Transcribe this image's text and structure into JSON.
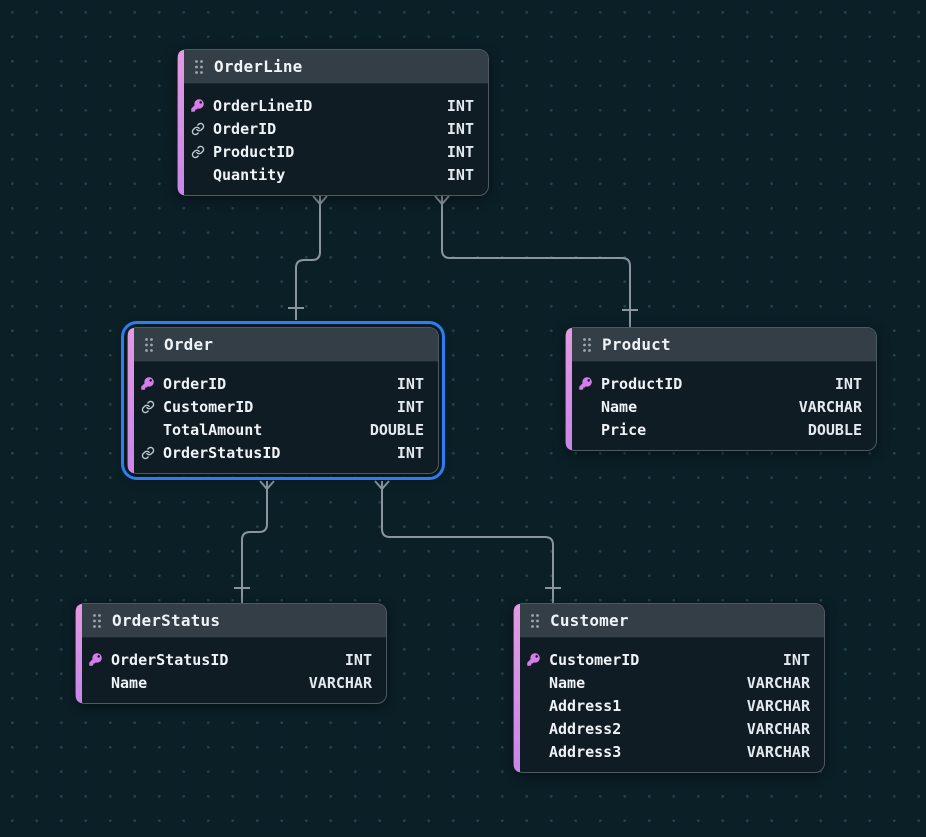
{
  "canvas": {
    "background_color": "#0b1f27",
    "grid_dot_color": "#22414c",
    "connector_color": "#8b95a0",
    "selection_color": "#2d7ef2",
    "accent_bar_color": "#d893e6",
    "key_icon_color": "#d57de8",
    "link_icon_color": "#c0cad2"
  },
  "tables": [
    {
      "name": "OrderLine",
      "selected": false,
      "fields": [
        {
          "icon": "key",
          "name": "OrderLineID",
          "type": "INT"
        },
        {
          "icon": "link",
          "name": "OrderID",
          "type": "INT"
        },
        {
          "icon": "link",
          "name": "ProductID",
          "type": "INT"
        },
        {
          "icon": "none",
          "name": "Quantity",
          "type": "INT"
        }
      ]
    },
    {
      "name": "Order",
      "selected": true,
      "fields": [
        {
          "icon": "key",
          "name": "OrderID",
          "type": "INT"
        },
        {
          "icon": "link",
          "name": "CustomerID",
          "type": "INT"
        },
        {
          "icon": "none",
          "name": "TotalAmount",
          "type": "DOUBLE"
        },
        {
          "icon": "link",
          "name": "OrderStatusID",
          "type": "INT"
        }
      ]
    },
    {
      "name": "Product",
      "selected": false,
      "fields": [
        {
          "icon": "key",
          "name": "ProductID",
          "type": "INT"
        },
        {
          "icon": "none",
          "name": "Name",
          "type": "VARCHAR"
        },
        {
          "icon": "none",
          "name": "Price",
          "type": "DOUBLE"
        }
      ]
    },
    {
      "name": "OrderStatus",
      "selected": false,
      "fields": [
        {
          "icon": "key",
          "name": "OrderStatusID",
          "type": "INT"
        },
        {
          "icon": "none",
          "name": "Name",
          "type": "VARCHAR"
        }
      ]
    },
    {
      "name": "Customer",
      "selected": false,
      "fields": [
        {
          "icon": "key",
          "name": "CustomerID",
          "type": "INT"
        },
        {
          "icon": "none",
          "name": "Name",
          "type": "VARCHAR"
        },
        {
          "icon": "none",
          "name": "Address1",
          "type": "VARCHAR"
        },
        {
          "icon": "none",
          "name": "Address2",
          "type": "VARCHAR"
        },
        {
          "icon": "none",
          "name": "Address3",
          "type": "VARCHAR"
        }
      ]
    }
  ],
  "relationships": [
    {
      "from": "OrderLine.OrderID",
      "to": "Order.OrderID",
      "from_cardinality": "many",
      "to_cardinality": "one"
    },
    {
      "from": "OrderLine.ProductID",
      "to": "Product.ProductID",
      "from_cardinality": "many",
      "to_cardinality": "one"
    },
    {
      "from": "Order.OrderStatusID",
      "to": "OrderStatus.OrderStatusID",
      "from_cardinality": "many",
      "to_cardinality": "one"
    },
    {
      "from": "Order.CustomerID",
      "to": "Customer.CustomerID",
      "from_cardinality": "many",
      "to_cardinality": "one"
    }
  ]
}
